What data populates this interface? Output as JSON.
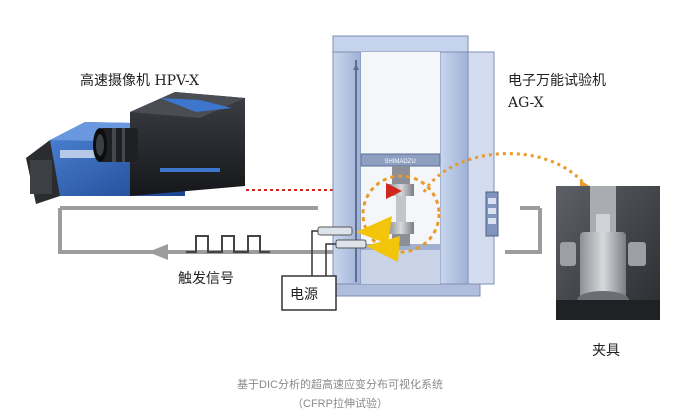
{
  "labels": {
    "camera": "高速摄像机 HPV-X",
    "tester_line1": "电子万能试验机",
    "tester_line2": "AG-X",
    "trigger": "触发信号",
    "power": "电源",
    "fixture": "夹具"
  },
  "caption": {
    "line1": "基于DIC分析的超高速应变分布可视化系统",
    "line2": "（CFRP拉伸试验）"
  },
  "brand_text": "SHIMADZU",
  "colors": {
    "frame_blue": "#b8c8e6",
    "frame_dark": "#6f7f9e",
    "camera_blue": "#2a5db0",
    "laser_red": "#d0261e",
    "orange": "#e89a2a",
    "yellow": "#f2c40a",
    "loop_gray": "#9a9a9a"
  }
}
